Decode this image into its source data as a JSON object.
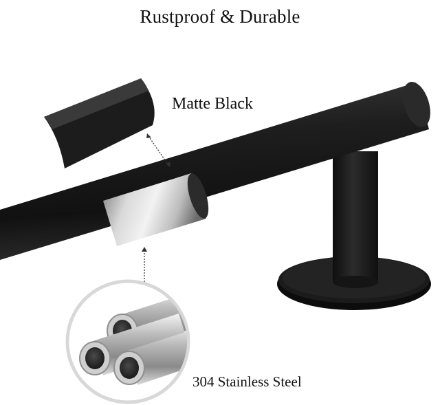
{
  "headline": "Rustproof & Durable",
  "labels": {
    "matte_black": "Matte Black",
    "stainless": "304 Stainless Steel"
  },
  "colors": {
    "matte_black": "#1a1a1a",
    "steel_light": "#e6e6e6",
    "steel_dark": "#6e6e6e",
    "circle_border": "#d8d8d8"
  }
}
